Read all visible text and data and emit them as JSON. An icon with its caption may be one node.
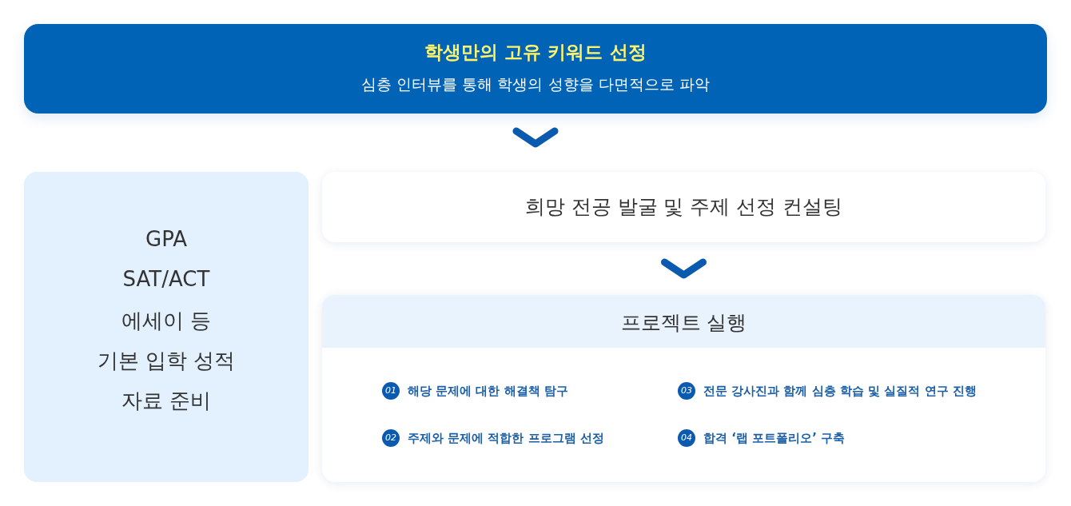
{
  "diagram": {
    "nodes": [
      {
        "text": [
          "학생만의 고유 키워드 선정",
          "심층 인터뷰를 통해 학생의 성향을 다면적으로 파악"
        ]
      },
      {
        "text": [
          "GPA",
          "SAT/ACT",
          "에세이 등",
          "기본 입학 성적",
          "자료 준비"
        ]
      },
      {
        "text": [
          "희망 전공 발굴 및 주제 선정 컨설팅"
        ]
      },
      {
        "text": [
          "프로젝트 실행"
        ]
      },
      {
        "text": [
          "01"
        ],
        "in": 3,
        "beside": [
          "해당 문제에 대한 해결책 탐구"
        ]
      },
      {
        "text": [
          "02"
        ],
        "in": 3,
        "beside": [
          "주제와 문제에 적합한 프로그램 선정"
        ]
      },
      {
        "text": [
          "03"
        ],
        "in": 3,
        "beside": [
          "전문 강사진과 함께 심층 학습 및 실질적 연구 진행"
        ]
      },
      {
        "text": [
          "04"
        ],
        "in": 3,
        "beside": [
          "합격 ‘랩 포트폴리오’ 구축"
        ]
      }
    ],
    "edges": [
      {
        "from": 0,
        "to": null,
        "arrow": "to"
      },
      {
        "from": 2,
        "to": 3,
        "arrow": "to"
      }
    ]
  }
}
